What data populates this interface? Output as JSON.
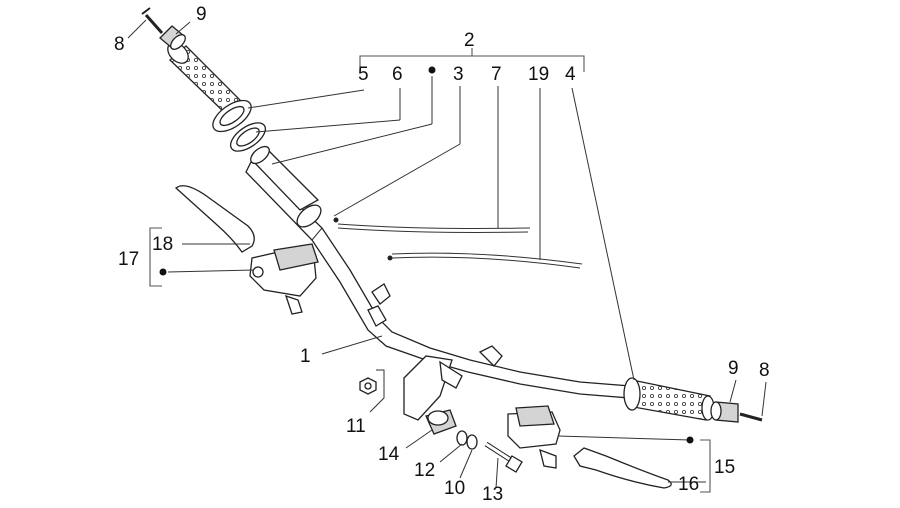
{
  "labels": {
    "l8a": "8",
    "l9a": "9",
    "l2": "2",
    "l5": "5",
    "l6": "6",
    "l3": "3",
    "l7": "7",
    "l19": "19",
    "l4": "4",
    "l18": "18",
    "l17": "17",
    "l1": "1",
    "l9b": "9",
    "l8b": "8",
    "l11": "11",
    "l14": "14",
    "l12": "12",
    "l10": "10",
    "l13": "13",
    "l15": "15",
    "l16": "16"
  },
  "colors": {
    "line": "#222222",
    "shade": "#d4d4d4",
    "background": "#ffffff"
  }
}
